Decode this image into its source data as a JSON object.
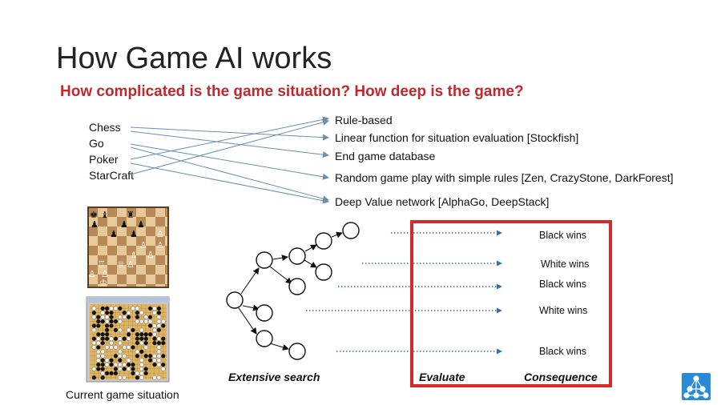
{
  "slide": {
    "title": "How Game AI works",
    "subtitle": "How complicated is the game situation? How deep is the game?"
  },
  "games": [
    "Chess",
    "Go",
    "Poker",
    "StarCraft"
  ],
  "methods": [
    "Rule-based",
    "Linear function for situation evaluation [Stockfish]",
    "End game database",
    "Random game play with simple rules [Zen, CrazyStone, DarkForest]",
    "Deep Value network [AlphaGo, DeepStack]"
  ],
  "outcomes": [
    "Black wins",
    "White wins",
    "Black wins",
    "White wins",
    "Black wins"
  ],
  "captions": {
    "search": "Extensive search",
    "evaluate": "Evaluate",
    "consequence": "Consequence",
    "current": "Current game situation"
  },
  "colors": {
    "subtitle": "#c0282e",
    "highlight_box": "#d42a2a",
    "connector": "#6a8fae",
    "dotted_arrow": "#3b6ea5",
    "logo": "#2a8ad8"
  },
  "icons": [
    "chess-board-image",
    "go-board-image",
    "network-logo-icon"
  ]
}
